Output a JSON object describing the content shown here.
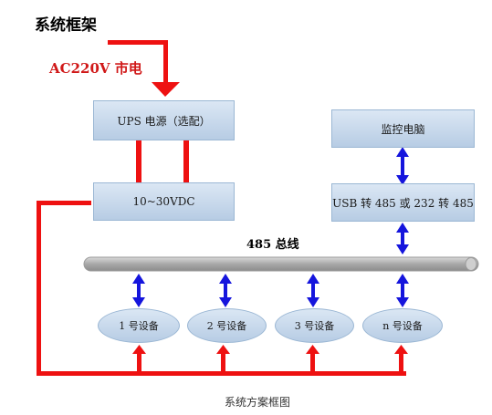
{
  "title": "系统框架",
  "power_input": "AC220V 市电",
  "ups_box": "UPS 电源（选配）",
  "dc_box": "10~30VDC",
  "monitor_pc": "监控电脑",
  "converter": "USB 转 485 或 232 转 485",
  "bus_label": "485 总线",
  "devices": [
    "1 号设备",
    "2 号设备",
    "3 号设备",
    "n 号设备"
  ],
  "caption": "系统方案框图",
  "colors": {
    "power_line": "#ee1111",
    "data_arrow": "#1515dd",
    "bus": "#b3b3b3",
    "box_fill": "#c8d9ec"
  }
}
